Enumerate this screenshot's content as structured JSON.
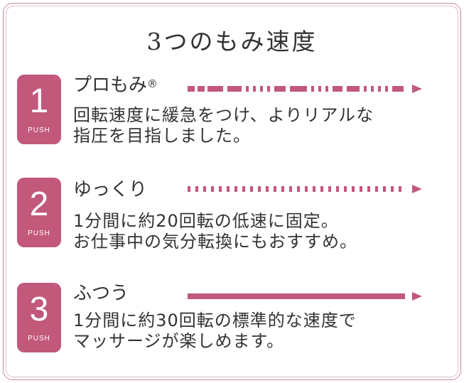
{
  "title": "3つのもみ速度",
  "accent_color": "#c2597a",
  "items": [
    {
      "number": "1",
      "push": "PUSH",
      "name": "プロもみ",
      "registered": "®",
      "arrow_pattern": "mixed-dashes",
      "description": [
        "回転速度に緩急をつけ、よりリアルな",
        "指圧を目指しました。"
      ]
    },
    {
      "number": "2",
      "push": "PUSH",
      "name": "ゆっくり",
      "registered": "",
      "arrow_pattern": "short-dashes",
      "description": [
        "1分間に約20回転の低速に固定。",
        "お仕事中の気分転換にもおすすめ。"
      ]
    },
    {
      "number": "3",
      "push": "PUSH",
      "name": "ふつう",
      "registered": "",
      "arrow_pattern": "solid",
      "description": [
        "1分間に約30回転の標準的な速度で",
        "マッサージが楽しめます。"
      ]
    }
  ]
}
